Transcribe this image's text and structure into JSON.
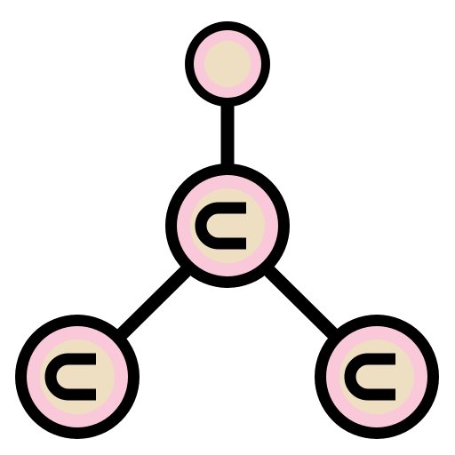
{
  "icon": {
    "name": "molecule-icon",
    "colors": {
      "outline": "#000000",
      "atom_ring": "#F9C9D9",
      "atom_core": "#EFDFC2",
      "background": "#FFFFFF"
    },
    "atoms": [
      {
        "id": "top",
        "label": ""
      },
      {
        "id": "center",
        "label": "C"
      },
      {
        "id": "bottom-left",
        "label": "C"
      },
      {
        "id": "bottom-right",
        "label": "C"
      }
    ]
  }
}
